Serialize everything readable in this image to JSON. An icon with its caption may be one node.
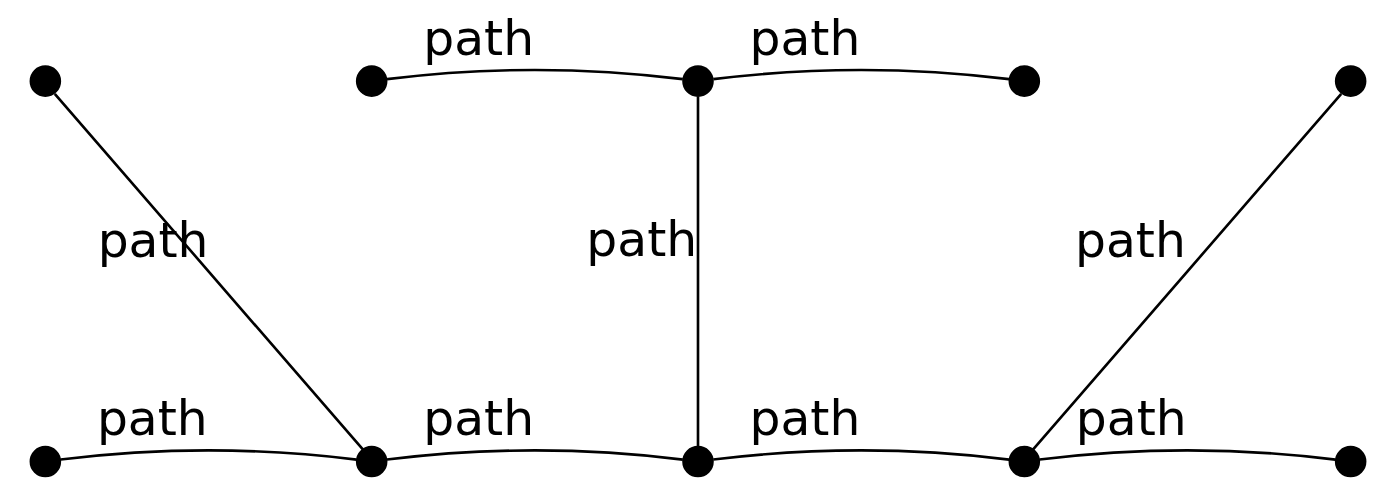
{
  "diagram": {
    "nodes": [
      {
        "text": [],
        "shape": "circle"
      },
      {
        "text": [],
        "shape": "circle"
      },
      {
        "text": [],
        "shape": "circle"
      },
      {
        "text": [],
        "shape": "circle"
      },
      {
        "text": [],
        "shape": "circle"
      },
      {
        "text": [],
        "shape": "circle"
      },
      {
        "text": [],
        "shape": "circle"
      },
      {
        "text": [],
        "shape": "circle"
      },
      {
        "text": [],
        "shape": "circle"
      },
      {
        "text": [],
        "shape": "circle"
      }
    ],
    "edges": [
      {
        "from": 0,
        "to": 6,
        "arrow": "none",
        "label": "path"
      },
      {
        "from": 1,
        "to": 2,
        "arrow": "none",
        "label": "path"
      },
      {
        "from": 2,
        "to": 3,
        "arrow": "none",
        "label": "path"
      },
      {
        "from": 2,
        "to": 7,
        "arrow": "none",
        "label": "path"
      },
      {
        "from": 4,
        "to": 8,
        "arrow": "none",
        "label": "path"
      },
      {
        "from": 5,
        "to": 6,
        "arrow": "none",
        "label": "path"
      },
      {
        "from": 6,
        "to": 7,
        "arrow": "none",
        "label": "path"
      },
      {
        "from": 7,
        "to": 8,
        "arrow": "none",
        "label": "path"
      },
      {
        "from": 8,
        "to": 9,
        "arrow": "none",
        "label": "path"
      }
    ]
  }
}
